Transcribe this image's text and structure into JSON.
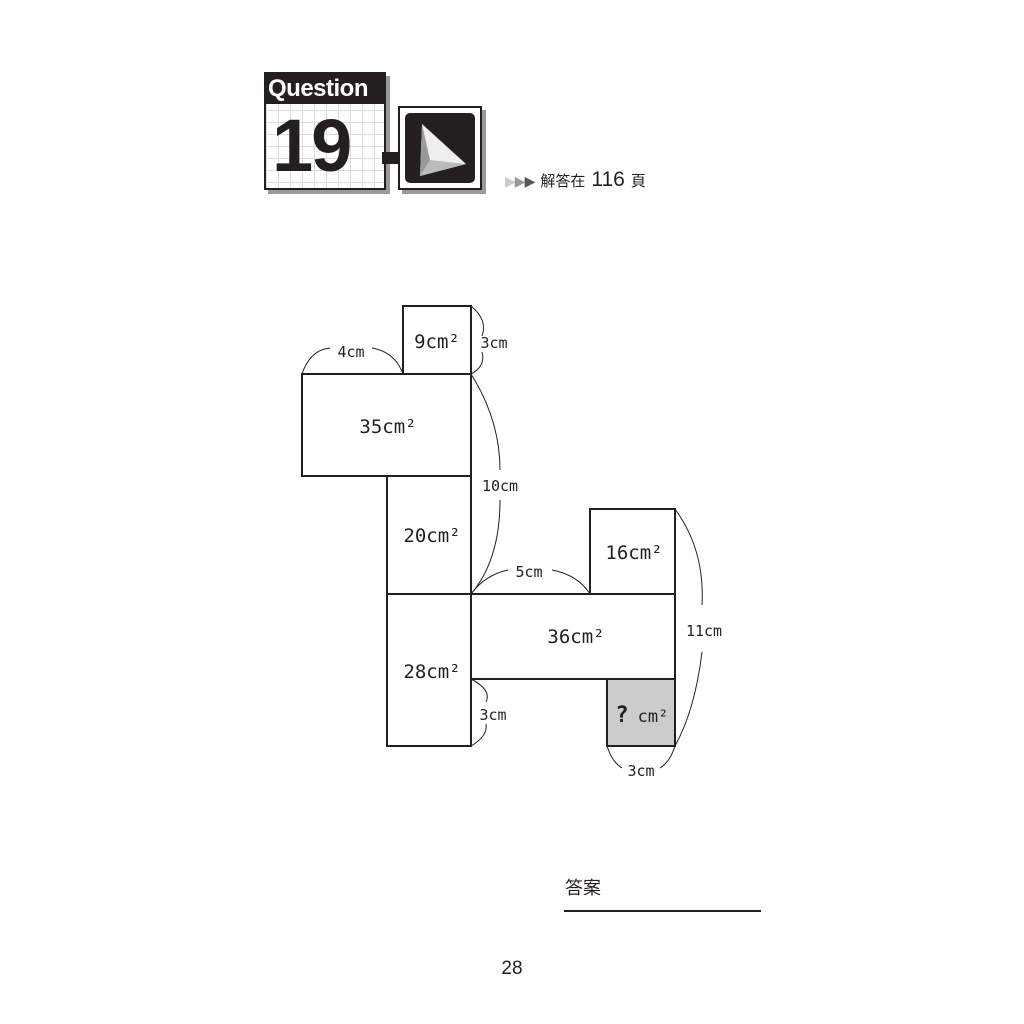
{
  "header": {
    "question_word": "Question",
    "question_number": "19",
    "hint_prefix": "解答在",
    "hint_page": "116",
    "hint_suffix": "頁"
  },
  "figure": {
    "areas": {
      "top_small": "9cm²",
      "left_wide": "35cm²",
      "middle": "20cm²",
      "lower_left": "28cm²",
      "right_tall": "16cm²",
      "center_wide": "36cm²",
      "unknown_mark": "?",
      "unknown_unit": "cm²"
    },
    "lengths": {
      "top_width": "4cm",
      "top_height": "3cm",
      "left_column": "10cm",
      "center_gap": "5cm",
      "right_height": "11cm",
      "lower_height": "3cm",
      "unknown_width": "3cm"
    },
    "colors": {
      "unknown_fill": "#cccccc",
      "stroke": "#231f20"
    }
  },
  "footer": {
    "answer_label": "答案",
    "page_number": "28"
  }
}
